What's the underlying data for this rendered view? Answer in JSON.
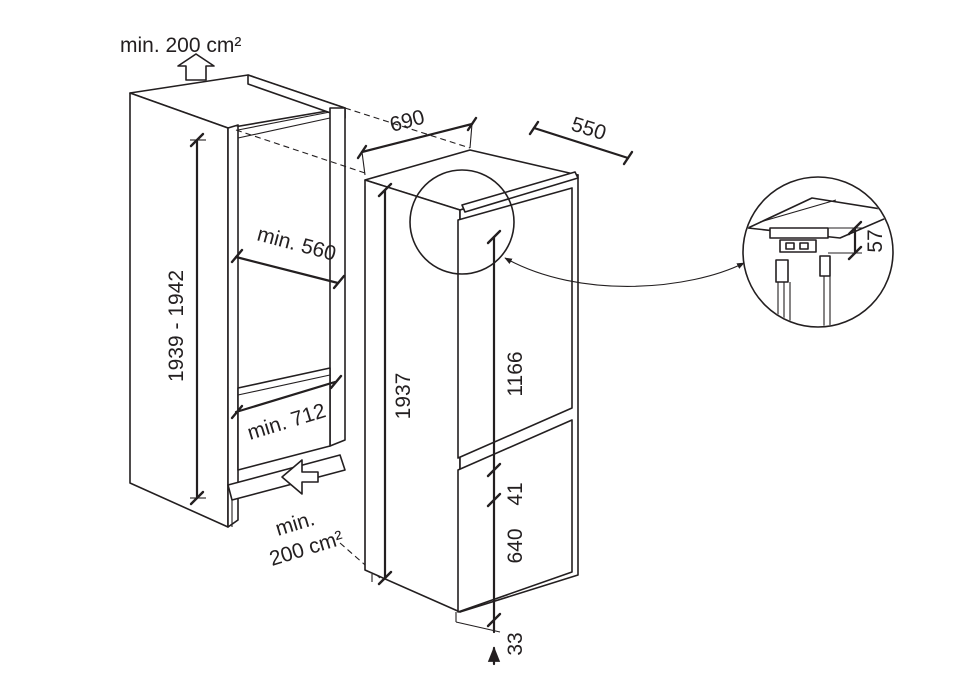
{
  "labels": {
    "top_vent": "min. 200 cm²",
    "bottom_vent_line1": "min.",
    "bottom_vent_line2": "200 cm²",
    "niche_height": "1939 - 1942",
    "niche_width": "min. 560",
    "niche_depth": "min. 712",
    "appliance_depth": "690",
    "appliance_width": "550",
    "appliance_height": "1937",
    "upper_door": "1166",
    "door_gap": "41",
    "lower_door": "640",
    "bottom_clearance": "33",
    "detail_height": "57"
  }
}
